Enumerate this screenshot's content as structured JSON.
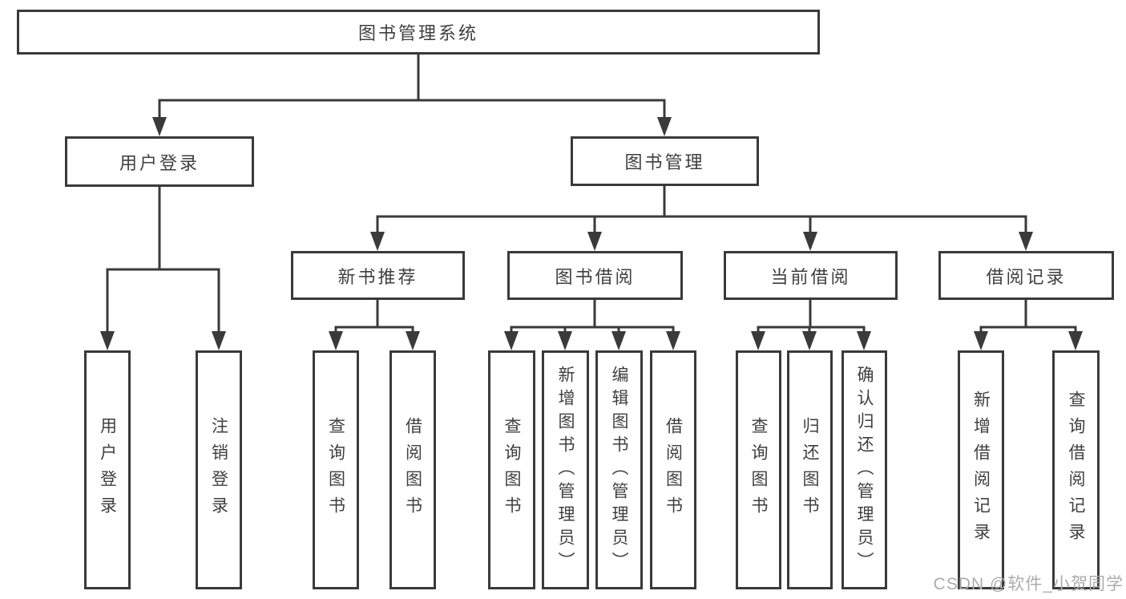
{
  "diagram_title": "图书管理系统",
  "tree": {
    "label": "图书管理系统",
    "children": [
      {
        "label": "用户登录",
        "children": [
          {
            "label": "用户登录"
          },
          {
            "label": "注销登录"
          }
        ]
      },
      {
        "label": "图书管理",
        "children": [
          {
            "label": "新书推荐",
            "children": [
              {
                "label": "查询图书"
              },
              {
                "label": "借阅图书"
              }
            ]
          },
          {
            "label": "图书借阅",
            "children": [
              {
                "label": "查询图书"
              },
              {
                "label": "新增图书（管理员）"
              },
              {
                "label": "编辑图书（管理员）"
              },
              {
                "label": "借阅图书"
              }
            ]
          },
          {
            "label": "当前借阅",
            "children": [
              {
                "label": "查询图书"
              },
              {
                "label": "归还图书"
              },
              {
                "label": "确认归还（管理员）"
              }
            ]
          },
          {
            "label": "借阅记录",
            "children": [
              {
                "label": "新增借阅记录"
              },
              {
                "label": "查询借阅记录"
              }
            ]
          }
        ]
      }
    ]
  },
  "watermark": {
    "text": "CSDN @软件_小贺同学"
  },
  "colors": {
    "line": "#3a3a3a",
    "text": "#3f3f3f",
    "watermark": "#acacac",
    "background": "#ffffff"
  }
}
